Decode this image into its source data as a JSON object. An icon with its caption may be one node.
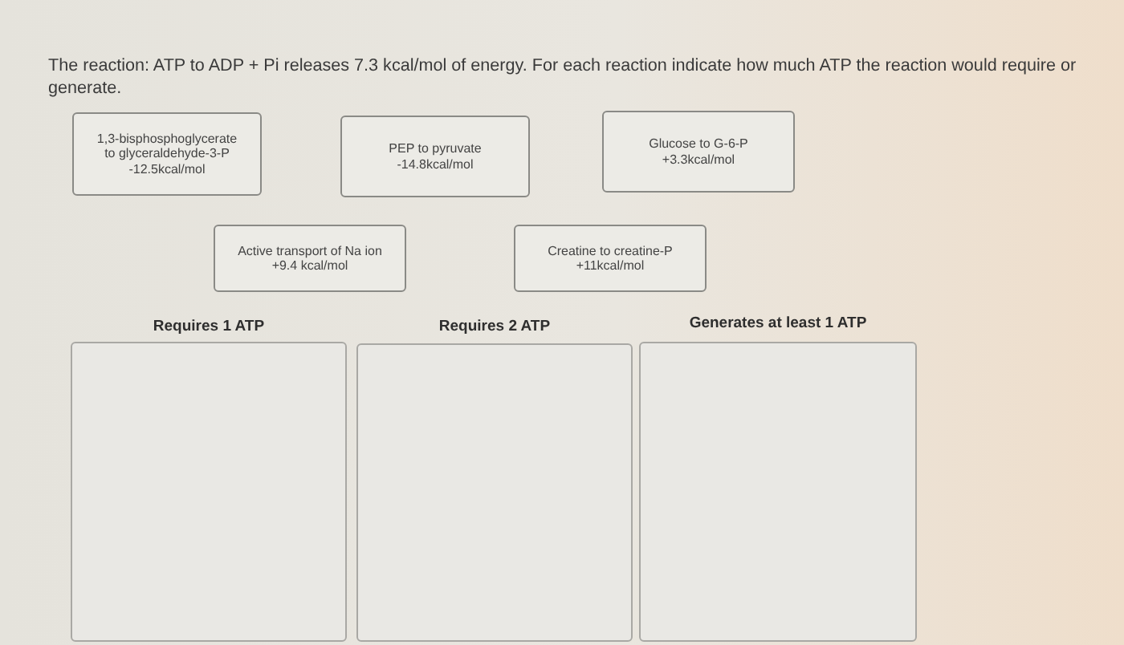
{
  "diagram": {
    "title": "The reaction: ATP to ADP + Pi releases 7.3 kcal/mol of energy. For each reaction indicate how much ATP the reaction would require or generate.",
    "nodes": [
      {
        "text": [
          "1,3-bisphosphoglycerate to glyceraldehyde-3-P",
          "-12.5kcal/mol"
        ]
      },
      {
        "text": [
          "PEP to pyruvate",
          "-14.8kcal/mol"
        ]
      },
      {
        "text": [
          "Glucose to G-6-P",
          "+3.3kcal/mol"
        ]
      },
      {
        "text": [
          "Active transport of Na ion",
          "+9.4 kcal/mol"
        ]
      },
      {
        "text": [
          "Creatine to creatine-P",
          "+11kcal/mol"
        ]
      },
      {
        "text": [
          "Requires 1 ATP"
        ]
      },
      {
        "text": [
          "Requires 2 ATP"
        ]
      },
      {
        "text": [
          "Generates at least 1 ATP"
        ]
      }
    ],
    "edges": []
  }
}
